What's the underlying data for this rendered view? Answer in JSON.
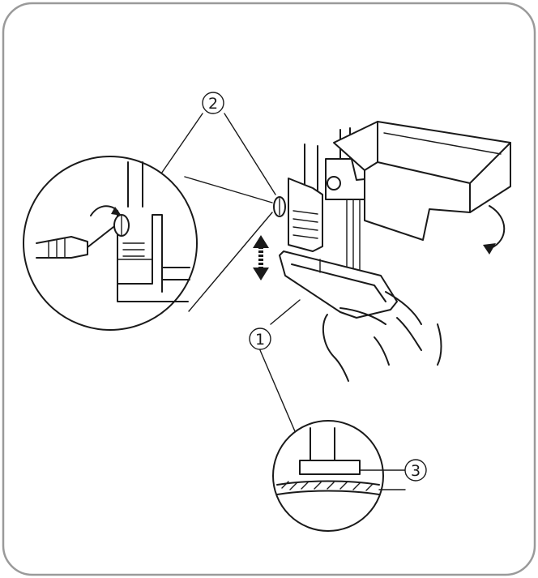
{
  "diagram": {
    "callouts": [
      {
        "id": "c1",
        "label": "1"
      },
      {
        "id": "c2",
        "label": "2"
      },
      {
        "id": "c3",
        "label": "3"
      }
    ],
    "colors": {
      "ink": "#1a1a1a",
      "frame": "#9a9a9a",
      "background": "#ffffff"
    }
  }
}
